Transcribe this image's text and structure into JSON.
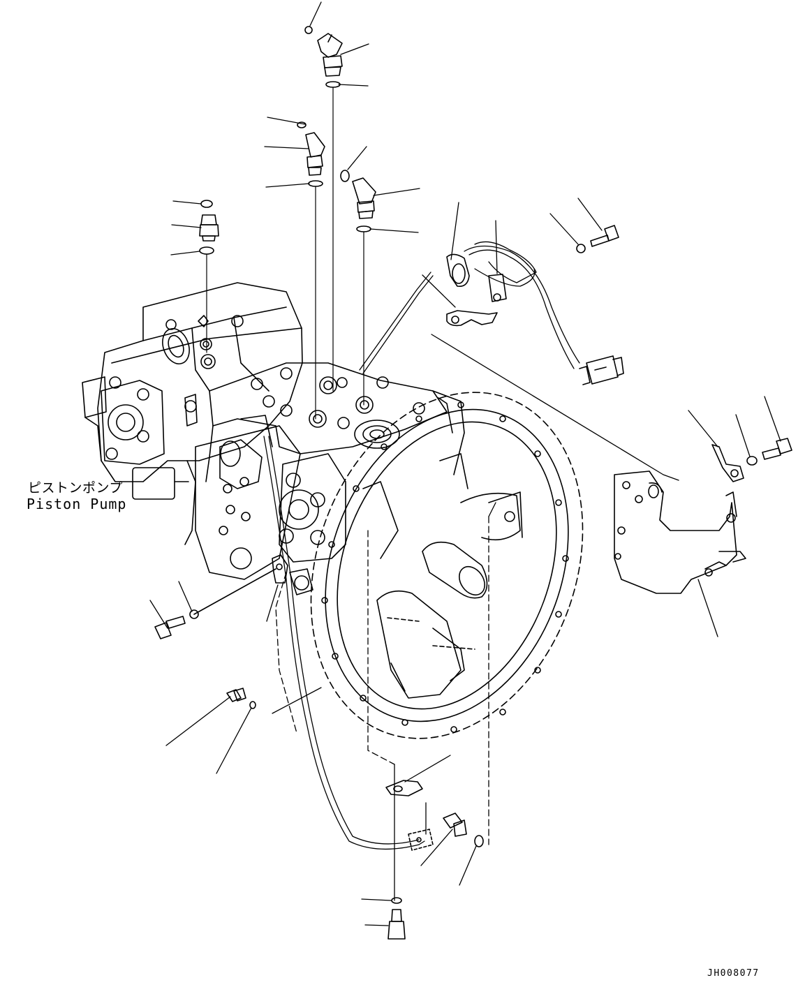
{
  "labels": {
    "part_name_jp": "ピストンポンプ",
    "part_name_en": "Piston Pump",
    "drawing_code": "JH008077"
  },
  "colors": {
    "ink": "#000000",
    "paper": "#ffffff"
  }
}
